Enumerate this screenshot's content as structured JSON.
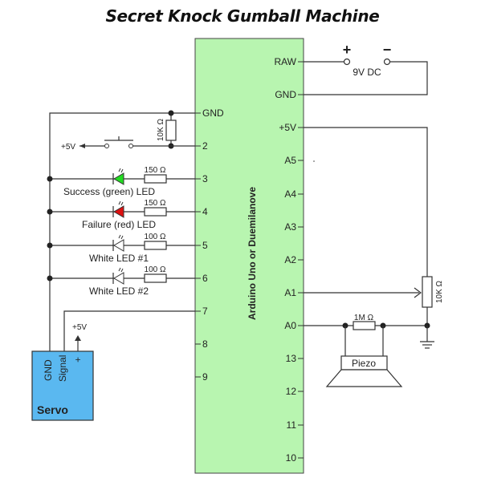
{
  "title": "Secret Knock Gumball Machine",
  "board": {
    "label": "Arduino Uno or Duemilanove",
    "color": "#b8f5b0",
    "left_pins": [
      "GND",
      "2",
      "3",
      "4",
      "5",
      "6",
      "7",
      "8",
      "9"
    ],
    "right_pins": [
      "RAW",
      "GND",
      "+5V",
      "A5",
      "A4",
      "A3",
      "A2",
      "A1",
      "A0",
      "13",
      "12",
      "11",
      "10"
    ]
  },
  "power": {
    "plus": "+",
    "minus": "−",
    "label": "9V DC"
  },
  "pulldown": {
    "value": "10K Ω"
  },
  "button": {
    "supply": "+5V"
  },
  "leds": [
    {
      "label": "Success (green) LED",
      "resistor": "150 Ω",
      "color": "#22dd22"
    },
    {
      "label": "Failure (red) LED",
      "resistor": "150 Ω",
      "color": "#dd1111"
    },
    {
      "label": "White LED #1",
      "resistor": "100 Ω",
      "color": "#ffffff"
    },
    {
      "label": "White LED #2",
      "resistor": "100 Ω",
      "color": "#ffffff"
    }
  ],
  "servo": {
    "name": "Servo",
    "pins": [
      "GND",
      "Signal",
      "+"
    ],
    "supply": "+5V",
    "color": "#5ab8f0"
  },
  "pot": {
    "value": "10K Ω"
  },
  "piezo": {
    "resistor": "1M Ω",
    "label": "Piezo"
  }
}
